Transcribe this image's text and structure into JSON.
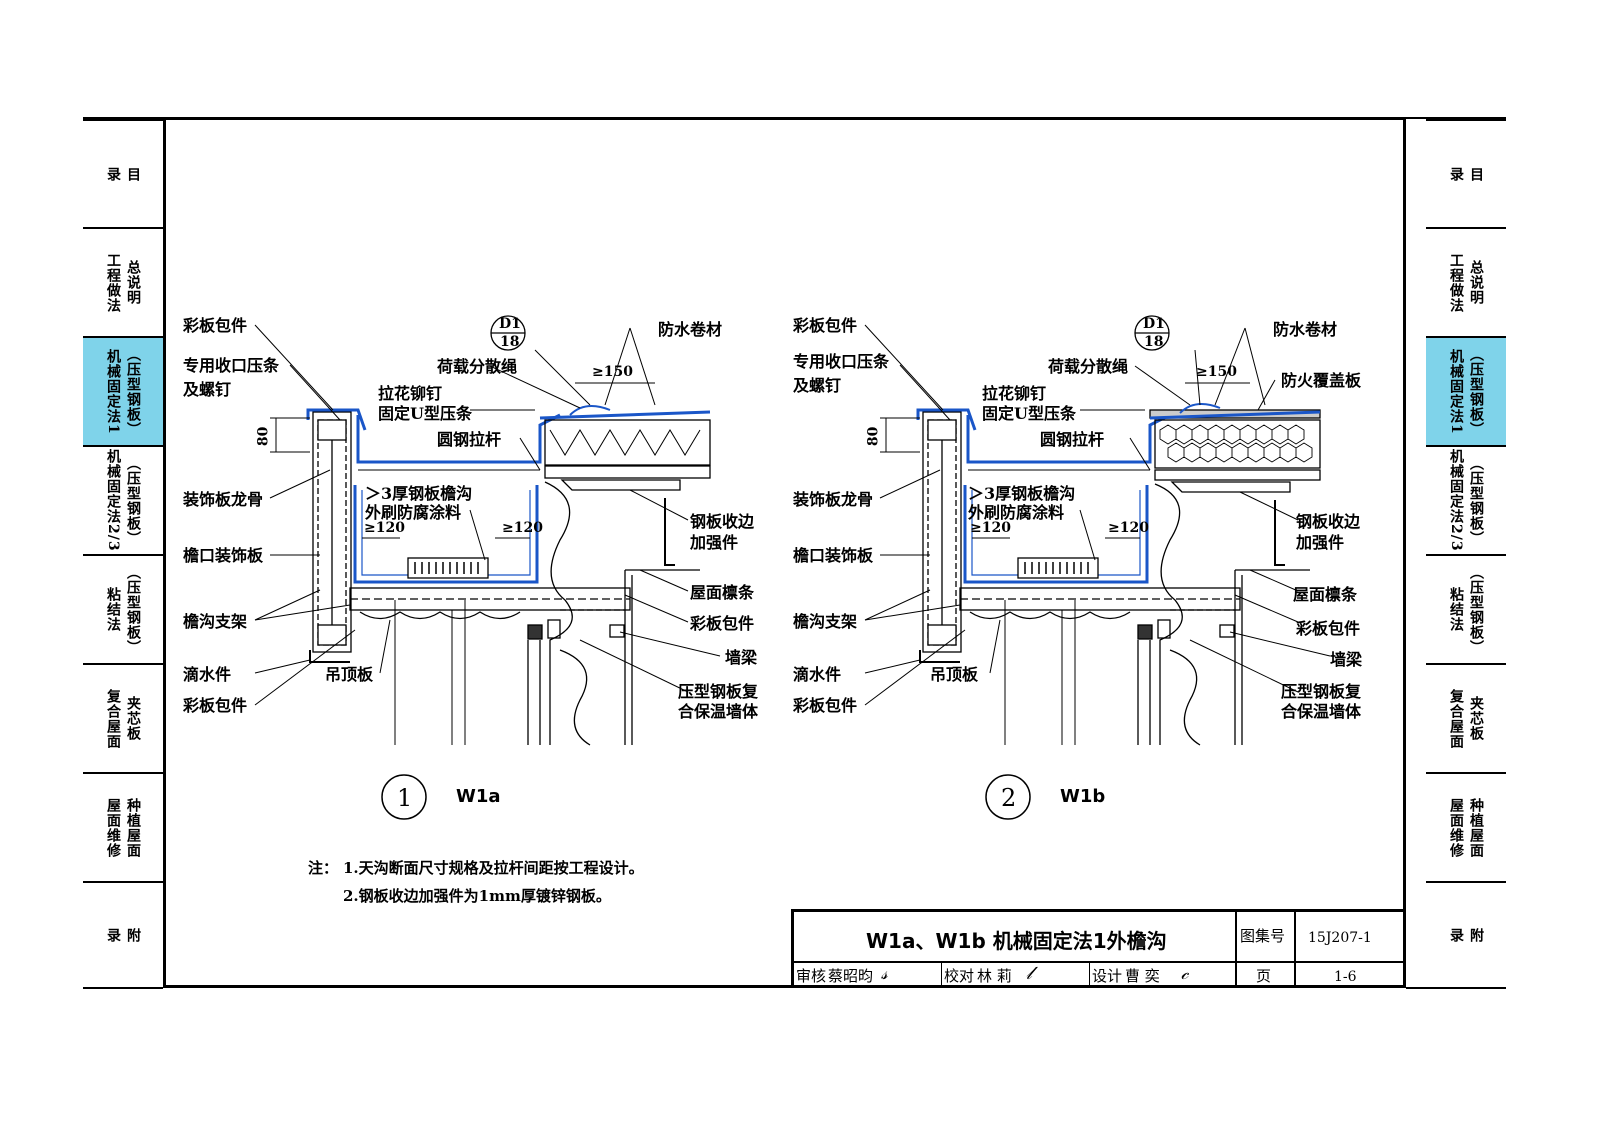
{
  "sidebar": {
    "left": [
      {
        "cols": [
          "目",
          "录"
        ]
      },
      {
        "cols": [
          "总说明",
          "工程做法"
        ]
      },
      {
        "cols": [
          "（压型钢板）",
          "机械固定法1"
        ],
        "active": true
      },
      {
        "cols": [
          "（压型钢板）",
          "机械固定法2/3"
        ]
      },
      {
        "cols": [
          "（压型钢板）",
          "粘结法"
        ]
      },
      {
        "cols": [
          "夹芯板",
          "复合屋面"
        ]
      },
      {
        "cols": [
          "种植屋面",
          "屋面维修"
        ]
      },
      {
        "cols": [
          "附",
          "录"
        ]
      }
    ],
    "right": [
      {
        "cols": [
          "目",
          "录"
        ]
      },
      {
        "cols": [
          "总说明",
          "工程做法"
        ]
      },
      {
        "cols": [
          "（压型钢板）",
          "机械固定法1"
        ],
        "active": true
      },
      {
        "cols": [
          "（压型钢板）",
          "机械固定法2/3"
        ]
      },
      {
        "cols": [
          "（压型钢板）",
          "粘结法"
        ]
      },
      {
        "cols": [
          "夹芯板",
          "复合屋面"
        ]
      },
      {
        "cols": [
          "种植屋面",
          "屋面维修"
        ]
      },
      {
        "cols": [
          "附",
          "录"
        ]
      }
    ]
  },
  "detail_ref": {
    "top": "D1",
    "bottom": "18"
  },
  "diagrams": [
    {
      "number": "1",
      "title": "W1a",
      "labels": {
        "cb1": "彩板包件",
        "strip": "专用收口压条",
        "screw": "及螺钉",
        "rope": "荷载分散绳",
        "rivet": "拉花铆钉",
        "ustrip": "固定U型压条",
        "membrane": "防水卷材",
        "rod": "圆钢拉杆",
        "keel": "装饰板龙骨",
        "gutter1": "＞3厚钢板檐沟",
        "gutter2": "外刷防腐涂料",
        "edge1": "钢板收边",
        "edge2": "加强件",
        "eave": "檐口装饰板",
        "purlin": "屋面檩条",
        "bracket": "檐沟支架",
        "cb2": "彩板包件",
        "beam": "墙梁",
        "drip": "滴水件",
        "ceiling": "吊顶板",
        "wall1": "压型钢板复",
        "wall2": "合保温墙体",
        "cb3": "彩板包件",
        "d80": "80",
        "d150": "≥150",
        "d120a": "≥120",
        "d120b": "≥120"
      }
    },
    {
      "number": "2",
      "title": "W1b",
      "labels": {
        "cb1": "彩板包件",
        "strip": "专用收口压条",
        "screw": "及螺钉",
        "rope": "荷载分散绳",
        "rivet": "拉花铆钉",
        "ustrip": "固定U型压条",
        "membrane": "防水卷材",
        "fire": "防火覆盖板",
        "rod": "圆钢拉杆",
        "keel": "装饰板龙骨",
        "gutter1": "＞3厚钢板檐沟",
        "gutter2": "外刷防腐涂料",
        "edge1": "钢板收边",
        "edge2": "加强件",
        "eave": "檐口装饰板",
        "purlin": "屋面檩条",
        "bracket": "檐沟支架",
        "cb2": "彩板包件",
        "beam": "墙梁",
        "drip": "滴水件",
        "ceiling": "吊顶板",
        "wall1": "压型钢板复",
        "wall2": "合保温墙体",
        "cb3": "彩板包件",
        "d80": "80",
        "d150": "≥150",
        "d120a": "≥120",
        "d120b": "≥120"
      }
    }
  ],
  "notes": {
    "prefix": "注：",
    "items": [
      "1.天沟断面尺寸规格及拉杆间距按工程设计。",
      "2.钢板收边加强件为1mm厚镀锌钢板。"
    ]
  },
  "title_block": {
    "title": "W1a、W1b 机械固定法1外檐沟",
    "atlas_label": "图集号",
    "atlas_no": "15J207-1",
    "review_label": "审核",
    "reviewer": "蔡昭昀",
    "check_label": "校对",
    "checker": "林  莉",
    "design_label": "设计",
    "designer": "曹  奕",
    "page_label": "页",
    "page_no": "1-6"
  },
  "colors": {
    "accent_blue": "#1a56c8",
    "sidebar_active": "#7fd3ea"
  }
}
